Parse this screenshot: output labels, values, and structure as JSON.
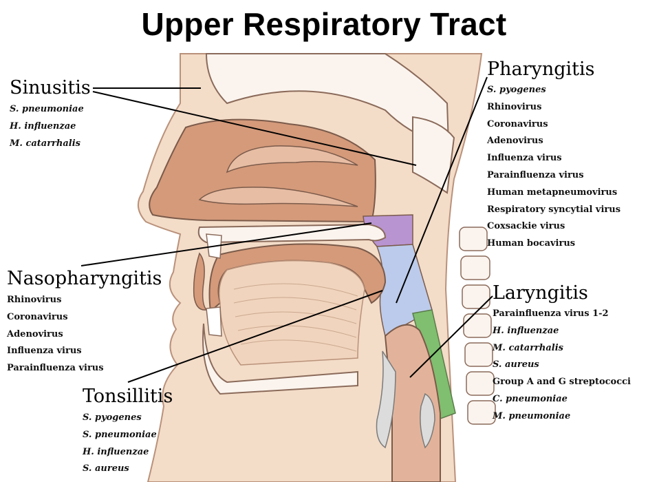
{
  "title": "Upper Respiratory Tract",
  "colors": {
    "tissue": "#f3dcc8",
    "nasal_cavity": "#d49a7a",
    "nasopharynx": "#b894d1",
    "oropharynx": "#bccbeb",
    "larynx_path": "#7fbf6f",
    "bone": "#fbf4ee",
    "outline": "#7a5a4a"
  },
  "regions": [
    {
      "id": "sinusitis",
      "name": "Sinusitis",
      "agents": [
        {
          "text": "S. pneumoniae",
          "italic": true
        },
        {
          "text": "H. influenzae",
          "italic": true
        },
        {
          "text": "M. catarrhalis",
          "italic": true
        }
      ]
    },
    {
      "id": "pharyngitis",
      "name": "Pharyngitis",
      "agents": [
        {
          "text": "S. pyogenes",
          "italic": true
        },
        {
          "text": "Rhinovirus",
          "italic": false
        },
        {
          "text": "Coronavirus",
          "italic": false
        },
        {
          "text": "Adenovirus",
          "italic": false
        },
        {
          "text": "Influenza virus",
          "italic": false
        },
        {
          "text": "Parainfluenza virus",
          "italic": false
        },
        {
          "text": "Human metapneumovirus",
          "italic": false
        },
        {
          "text": "Respiratory syncytial virus",
          "italic": false
        },
        {
          "text": "Coxsackie virus",
          "italic": false
        },
        {
          "text": "Human bocavirus",
          "italic": false
        }
      ]
    },
    {
      "id": "nasopharyngitis",
      "name": "Nasopharyngitis",
      "agents": [
        {
          "text": "Rhinovirus",
          "italic": false
        },
        {
          "text": "Coronavirus",
          "italic": false
        },
        {
          "text": "Adenovirus",
          "italic": false
        },
        {
          "text": "Influenza virus",
          "italic": false
        },
        {
          "text": "Parainfluenza virus",
          "italic": false
        }
      ]
    },
    {
      "id": "laryngitis",
      "name": "Laryngitis",
      "agents": [
        {
          "text": "Parainfluenza virus 1-2",
          "italic": false
        },
        {
          "text": "H. influenzae",
          "italic": true
        },
        {
          "text": "M. catarrhalis",
          "italic": true
        },
        {
          "text": "S. aureus",
          "italic": true
        },
        {
          "text": "Group A and G streptococci",
          "italic": false
        },
        {
          "text": "C. pneumoniae",
          "italic": true
        },
        {
          "text": "M. pneumoniae",
          "italic": true
        }
      ]
    },
    {
      "id": "tonsillitis",
      "name": "Tonsillitis",
      "agents": [
        {
          "text": "S. pyogenes",
          "italic": true
        },
        {
          "text": "S. pneumoniae",
          "italic": true
        },
        {
          "text": "H. influenzae",
          "italic": true
        },
        {
          "text": "S. aureus",
          "italic": true
        }
      ]
    }
  ]
}
